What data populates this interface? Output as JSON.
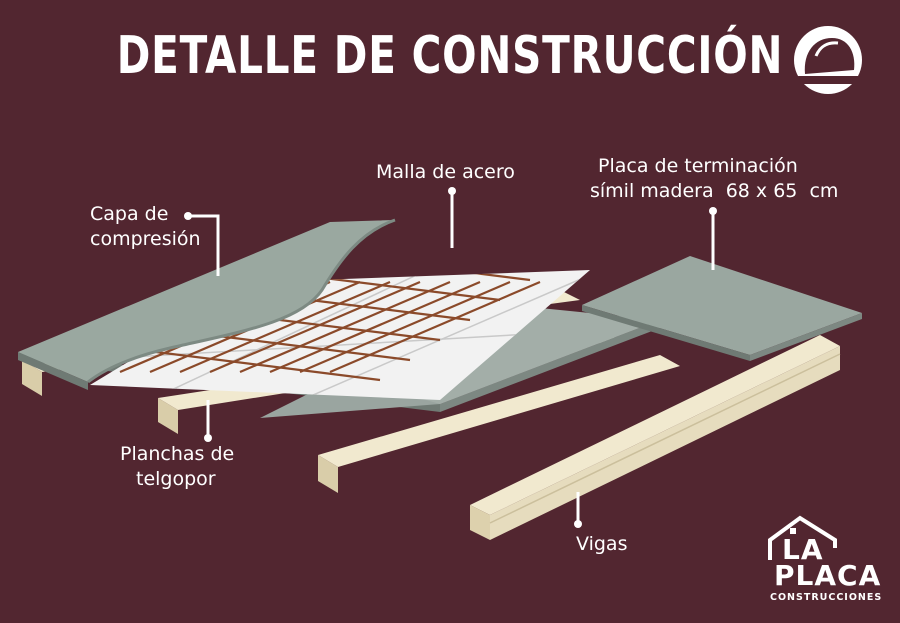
{
  "title": "DETALLE DE CONSTRUCCIÓN",
  "labels": {
    "capa": [
      "Capa de",
      "compresión"
    ],
    "malla": "Malla de acero",
    "placa": [
      "Placa de terminación",
      "símil madera  68 x 65  cm"
    ],
    "planchas": [
      "Planchas de",
      "telgopor"
    ],
    "vigas": "Vigas"
  },
  "brand": {
    "line1": "LA",
    "line2": "PLACA",
    "line3": "CONSTRUCCIONES"
  },
  "colors": {
    "background": "#522630",
    "concrete": "#9aa8a0",
    "foam": "#f2f2f2",
    "steel": "#8b4a2a",
    "beam": "#ece3c8",
    "text": "#ffffff"
  },
  "icons": {
    "top_right": "helmet-icon",
    "brand": "house-icon"
  }
}
